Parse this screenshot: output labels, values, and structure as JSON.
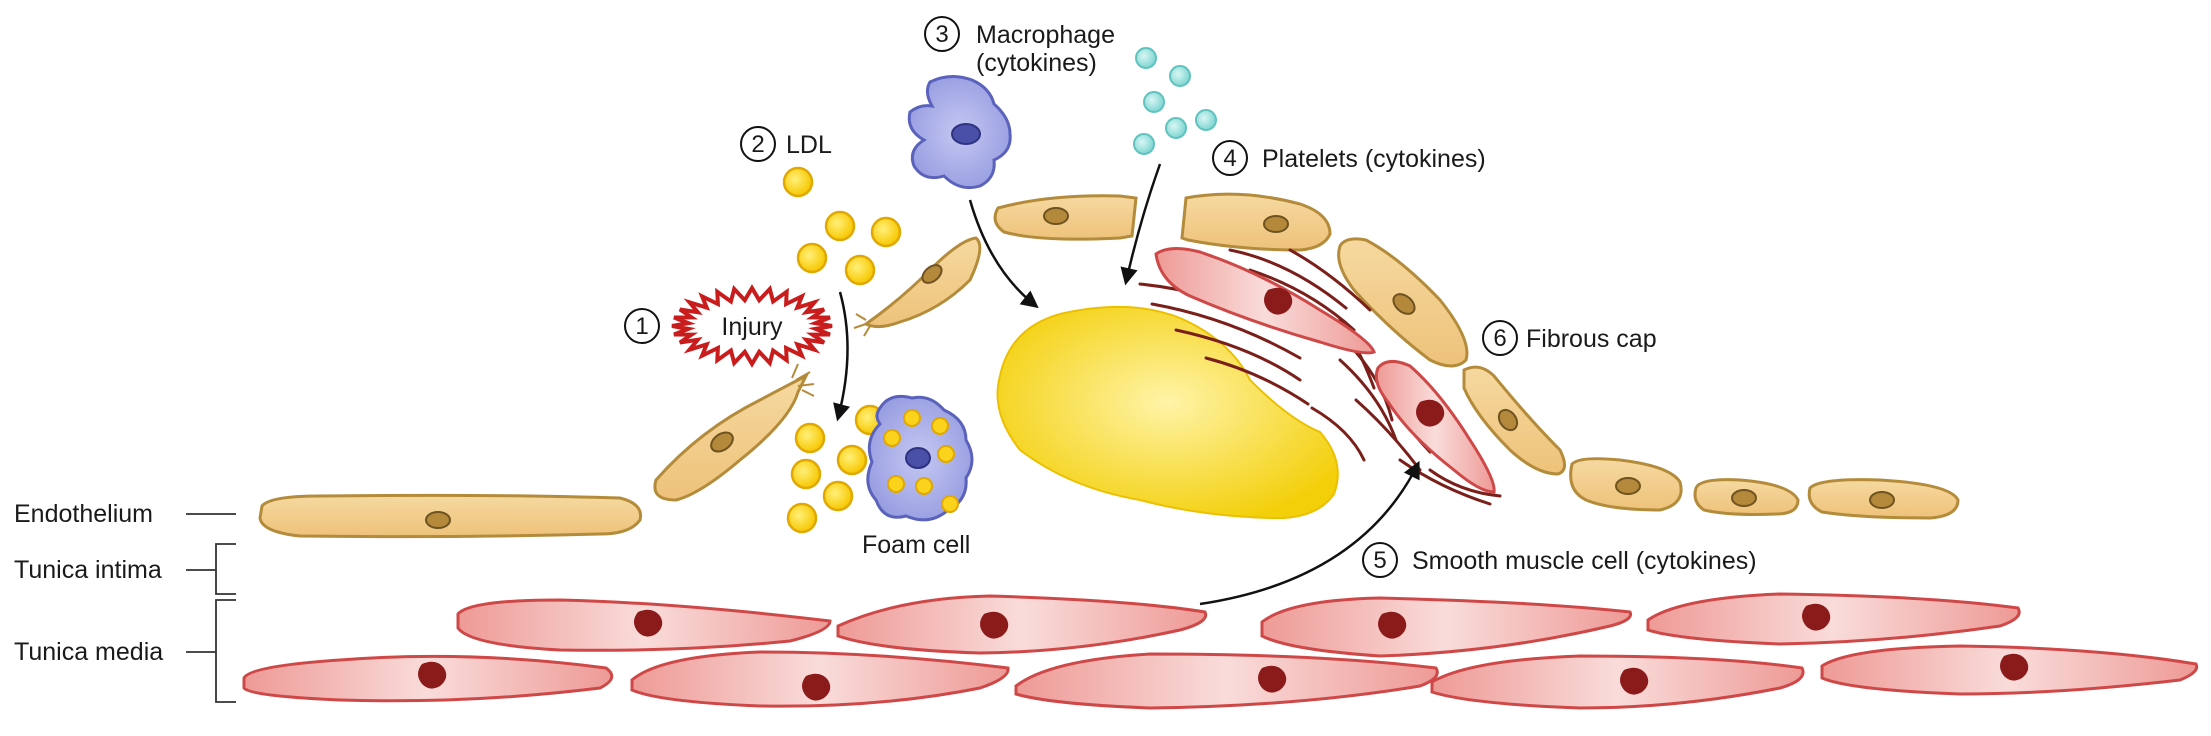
{
  "labels": {
    "injury": "Injury",
    "ldl": "LDL",
    "macrophage": "Macrophage",
    "macrophage_sub": "(cytokines)",
    "platelets": "Platelets (cytokines)",
    "smooth_muscle": "Smooth muscle cell (cytokines)",
    "fibrous_cap": "Fibrous cap",
    "foam_cell": "Foam cell",
    "endothelium": "Endothelium",
    "tunica_intima": "Tunica intima",
    "tunica_media": "Tunica media"
  },
  "steps": [
    "1",
    "2",
    "3",
    "4",
    "5",
    "6"
  ],
  "colors": {
    "endothelial_fill": "#f2cc85",
    "endothelial_stroke": "#b38b3a",
    "smooth_muscle_fill": "#f2a8a4",
    "smooth_muscle_stroke": "#cf4848",
    "nucleus_dark": "#8b1a1a",
    "ldl_fill": "#fbd21c",
    "ldl_stroke": "#e0a800",
    "macrophage_fill": "#a9aee8",
    "macrophage_stroke": "#5a62bb",
    "platelet_fill": "#88dcd8",
    "lipid_core": "#f5d40e",
    "injury_stroke": "#c91d1d",
    "fiber": "#7a1f1a"
  }
}
